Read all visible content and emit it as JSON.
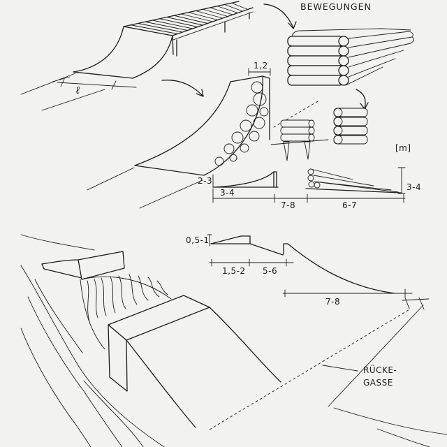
{
  "colors": {
    "paper": "#f2f2f0",
    "ink": "#1c1c1c"
  },
  "labels": {
    "header": "BEWEGUNGEN",
    "length_symbol": "ℓ",
    "ramp_width": "1,2",
    "unit": "[m]",
    "kicker_height": "2-3",
    "kicker_length": "3-4",
    "gap_length": "7-8",
    "log_ramp_length": "6-7",
    "log_ramp_height": "3-4",
    "drop_height": "0,5-1",
    "drop_table_length": "1,5-2",
    "drop_gap": "5-6",
    "landing_length": "7-8",
    "trail_line1": "RÜCKE-",
    "trail_line2": "GASSE"
  }
}
